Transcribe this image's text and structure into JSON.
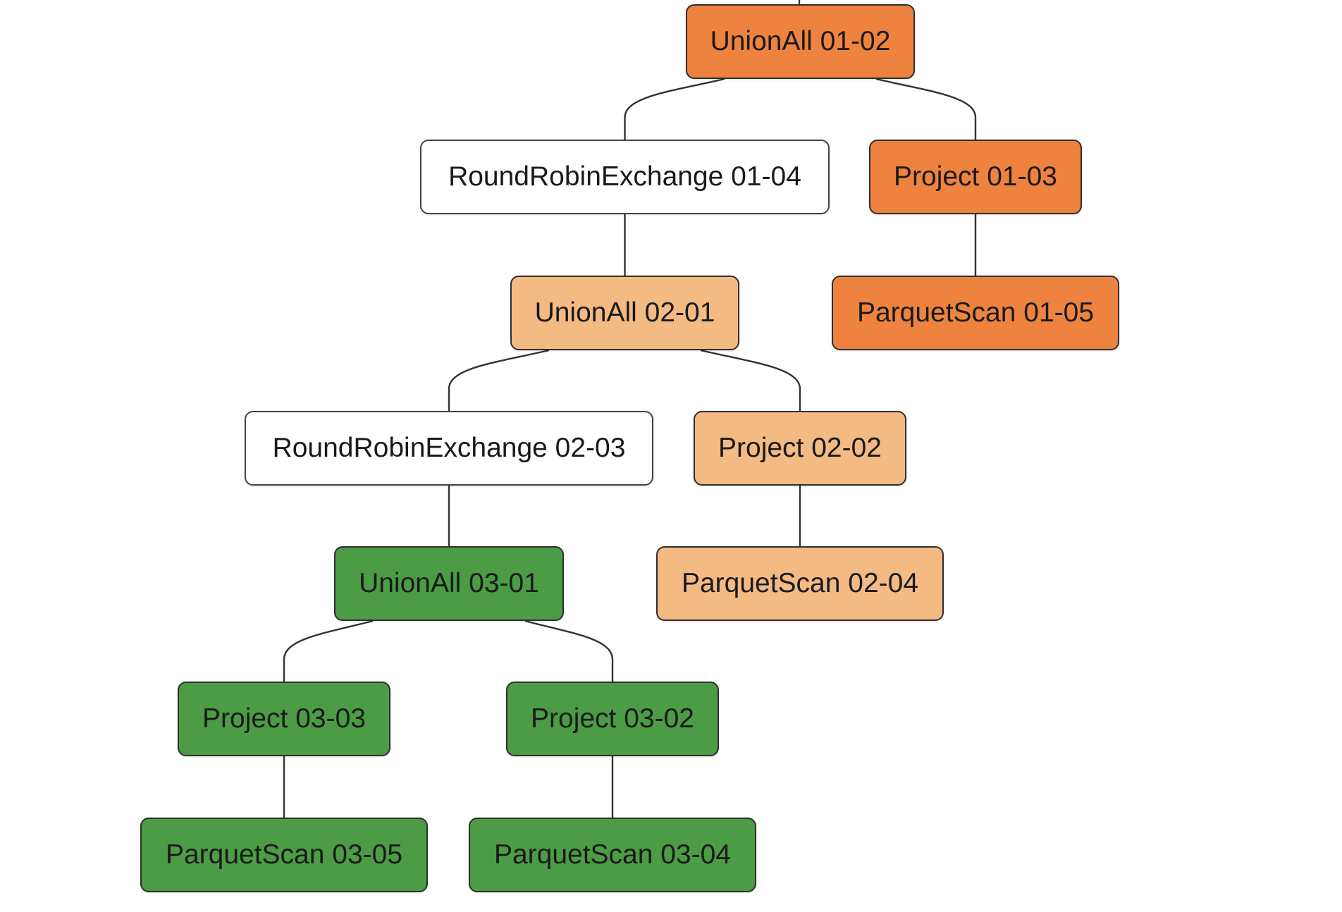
{
  "colors": {
    "stage_01": "#ee8340",
    "stage_02": "#f4ba84",
    "stage_03": "#4b9c45",
    "exchange": "#ffffff",
    "border": "#2f2f2f",
    "edge": "#333333"
  },
  "nodes": {
    "n0101": {
      "label": "UnionAll 01-02"
    },
    "n0103": {
      "label": "Project 01-03"
    },
    "n0104": {
      "label": "RoundRobinExchange 01-04"
    },
    "n0105": {
      "label": "ParquetScan 01-05"
    },
    "n0201": {
      "label": "UnionAll 02-01"
    },
    "n0202": {
      "label": "Project 02-02"
    },
    "n0203": {
      "label": "RoundRobinExchange 02-03"
    },
    "n0204": {
      "label": "ParquetScan 02-04"
    },
    "n0301": {
      "label": "UnionAll 03-01"
    },
    "n0302": {
      "label": "Project 03-02"
    },
    "n0303": {
      "label": "Project 03-03"
    },
    "n0304": {
      "label": "ParquetScan 03-04"
    },
    "n0305": {
      "label": "ParquetScan 03-05"
    }
  },
  "edges": [
    [
      "n0101",
      "n0104"
    ],
    [
      "n0101",
      "n0103"
    ],
    [
      "n0104",
      "n0201"
    ],
    [
      "n0103",
      "n0105"
    ],
    [
      "n0201",
      "n0203"
    ],
    [
      "n0201",
      "n0202"
    ],
    [
      "n0203",
      "n0301"
    ],
    [
      "n0202",
      "n0204"
    ],
    [
      "n0301",
      "n0303"
    ],
    [
      "n0301",
      "n0302"
    ],
    [
      "n0303",
      "n0305"
    ],
    [
      "n0302",
      "n0304"
    ]
  ]
}
